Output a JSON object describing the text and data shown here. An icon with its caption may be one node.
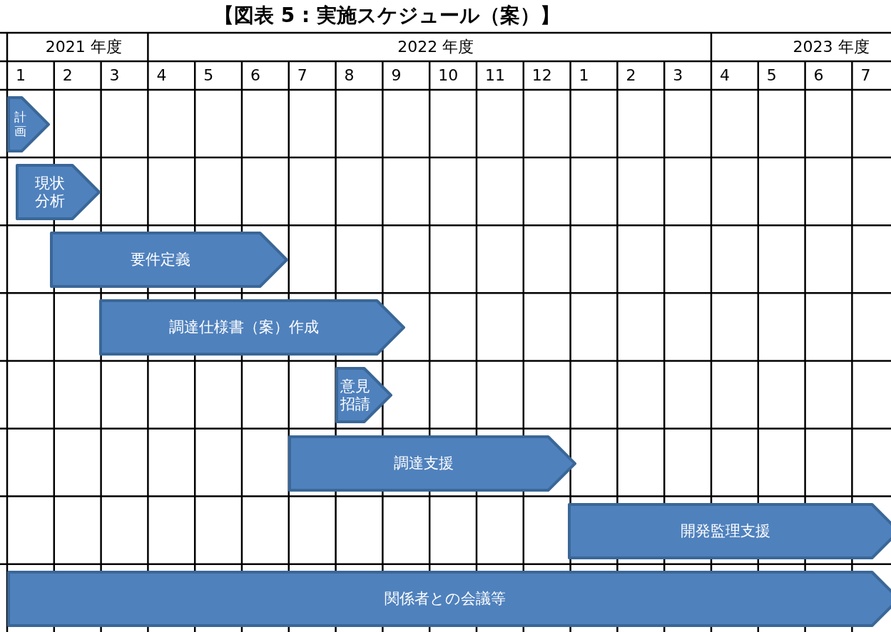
{
  "diagram": {
    "title": "【図表 5 : 実施スケジュール（案）】",
    "nodes": [
      {
        "text": [
          "計画"
        ]
      },
      {
        "text": [
          "現状分析"
        ]
      },
      {
        "text": [
          "要件定義"
        ]
      },
      {
        "text": [
          "調達仕様書（案）作成"
        ]
      },
      {
        "text": [
          "意見招請"
        ]
      },
      {
        "text": [
          "調達支援"
        ]
      },
      {
        "text": [
          "開発監理支援"
        ]
      },
      {
        "text": [
          "関係者との会議等"
        ]
      }
    ],
    "labels": [
      "2021 年度",
      "2022 年度",
      "2023 年度",
      "1",
      "2",
      "3",
      "4",
      "5",
      "6",
      "7",
      "8",
      "9",
      "10",
      "11",
      "12",
      "1",
      "2",
      "3",
      "4",
      "5",
      "6",
      "7"
    ]
  }
}
